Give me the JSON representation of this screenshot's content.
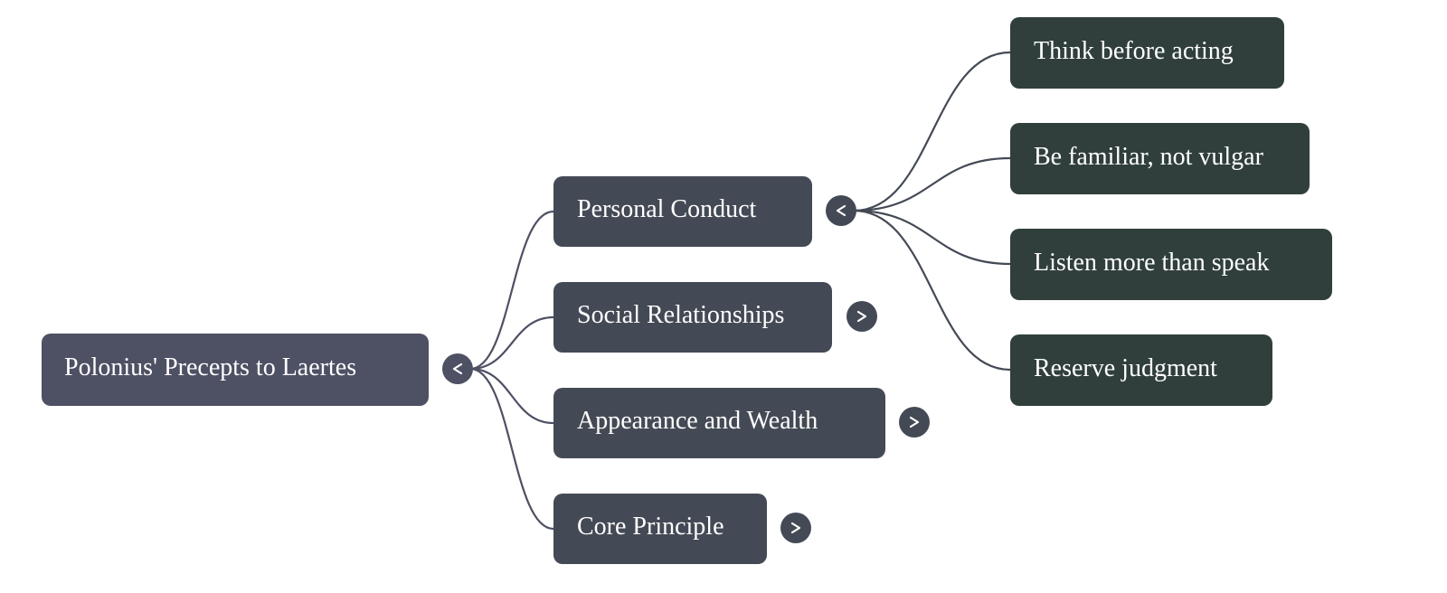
{
  "mindmap": {
    "root": {
      "label": "Polonius' Precepts to Laertes",
      "toggle": {
        "state": "expanded",
        "glyph": "<",
        "icon": "chevron-left-icon"
      },
      "children": [
        {
          "label": "Personal Conduct",
          "toggle": {
            "state": "expanded",
            "glyph": "<",
            "icon": "chevron-left-icon"
          },
          "children": [
            {
              "label": "Think before acting"
            },
            {
              "label": "Be familiar, not vulgar"
            },
            {
              "label": "Listen more than speak"
            },
            {
              "label": "Reserve judgment"
            }
          ]
        },
        {
          "label": "Social Relationships",
          "toggle": {
            "state": "collapsed",
            "glyph": ">",
            "icon": "chevron-right-icon"
          },
          "children": []
        },
        {
          "label": "Appearance and Wealth",
          "toggle": {
            "state": "collapsed",
            "glyph": ">",
            "icon": "chevron-right-icon"
          },
          "children": []
        },
        {
          "label": "Core Principle",
          "toggle": {
            "state": "collapsed",
            "glyph": ">",
            "icon": "chevron-right-icon"
          },
          "children": []
        }
      ]
    },
    "colors": {
      "root": "#4e5064",
      "level_1": "#444a55",
      "level_2": "#303f3c",
      "text": "#ffffff",
      "background": "#ffffff"
    }
  }
}
